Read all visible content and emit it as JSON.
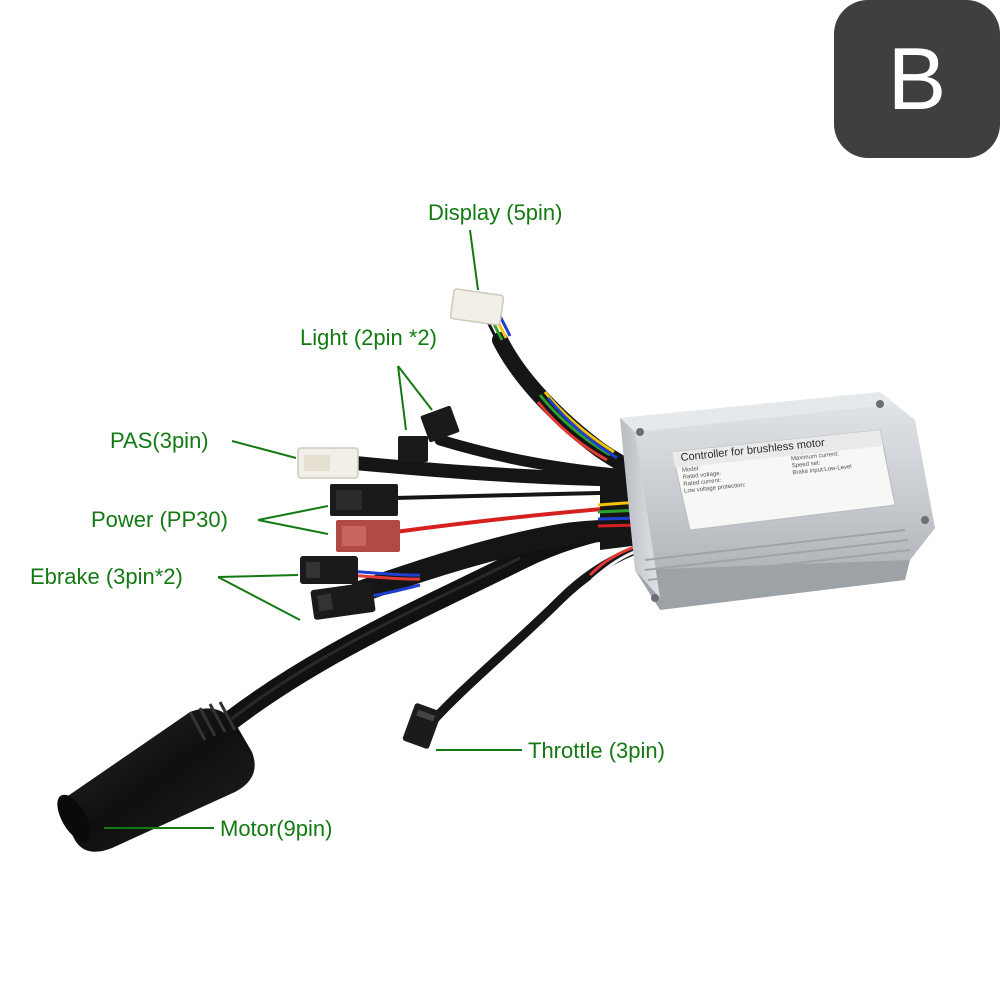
{
  "badge": {
    "letter": "B"
  },
  "labels": {
    "display": "Display (5pin)",
    "light": "Light (2pin *2)",
    "pas": "PAS(3pin)",
    "power": "Power (PP30)",
    "ebrake": "Ebrake (3pin*2)",
    "throttle": "Throttle (3pin)",
    "motor": "Motor(9pin)"
  },
  "controller": {
    "title": "Controller for brushless motor",
    "rows": [
      "Model:",
      "Rated voltage:",
      "Rated current:",
      "Low voltage protection:"
    ],
    "right_rows": [
      "Maximum current:",
      "Speed set:",
      "Brake input:Low-Level"
    ]
  },
  "colors": {
    "label_green": "#137a13",
    "badge_bg": "#3f3f3f",
    "cable": "#151515",
    "housing": "#c9cdd1"
  }
}
